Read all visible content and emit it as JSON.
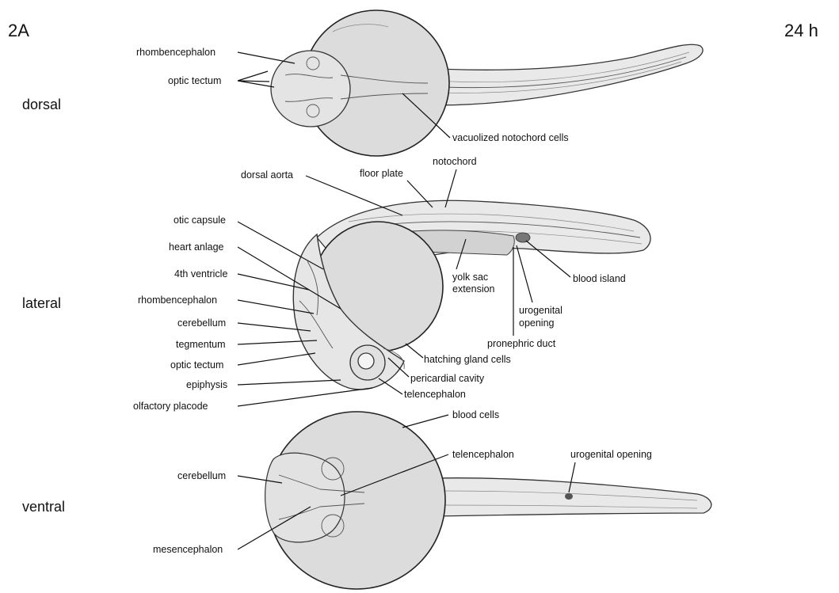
{
  "figure": {
    "panel_label": "2A",
    "stage_label": "24 h",
    "views": {
      "dorsal": "dorsal",
      "lateral": "lateral",
      "ventral": "ventral"
    }
  },
  "labels": {
    "dorsal": {
      "rhombencephalon": "rhombencephalon",
      "optic_tectum": "optic tectum",
      "vacuolized_notochord_cells": "vacuolized notochord cells"
    },
    "lateral": {
      "dorsal_aorta": "dorsal aorta",
      "floor_plate": "floor plate",
      "notochord": "notochord",
      "otic_capsule": "otic capsule",
      "heart_anlage": "heart anlage",
      "fourth_ventricle": "4th ventricle",
      "rhombencephalon": "rhombencephalon",
      "cerebellum": "cerebellum",
      "tegmentum": "tegmentum",
      "optic_tectum": "optic tectum",
      "epiphysis": "epiphysis",
      "olfactory_placode": "olfactory placode",
      "yolk_sac_extension_1": "yolk sac",
      "yolk_sac_extension_2": "extension",
      "blood_island": "blood island",
      "urogenital_opening_1": "urogenital",
      "urogenital_opening_2": "opening",
      "pronephric_duct": "pronephric duct",
      "hatching_gland_cells": "hatching gland cells",
      "pericardial_cavity": "pericardial cavity",
      "telencephalon": "telencephalon"
    },
    "ventral": {
      "blood_cells": "blood cells",
      "telencephalon": "telencephalon",
      "urogenital_opening": "urogenital opening",
      "cerebellum": "cerebellum",
      "mesencephalon": "mesencephalon"
    }
  }
}
